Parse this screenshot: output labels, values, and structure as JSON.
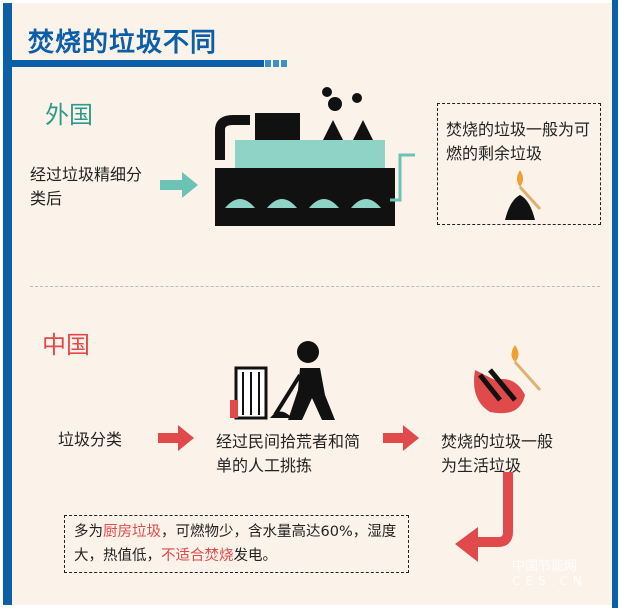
{
  "header": {
    "title": "焚烧的垃圾不同"
  },
  "foreign": {
    "heading": "外国",
    "input_text": "经过垃圾精细分类后",
    "output_text": "焚烧的垃圾一般为可燃的剩余垃圾"
  },
  "china": {
    "heading": "中国",
    "step1": "垃圾分类",
    "step2": "经过民间拾荒者和简单的人工挑拣",
    "step3": "焚烧的垃圾一般为生活垃圾",
    "note": {
      "p1": "多为",
      "h1": "厨房垃圾",
      "p2": "，可燃物少，含水量高达60%，湿度大，热值低，",
      "h2": "不适合焚烧",
      "p3": "发电。"
    }
  },
  "watermark": {
    "line1": "中国节能网",
    "line2": "CES.CN"
  },
  "colors": {
    "blue": "#0b5ea8",
    "teal": "#2e9a8e",
    "red": "#e04a4a",
    "bg": "#fbf3ea"
  }
}
